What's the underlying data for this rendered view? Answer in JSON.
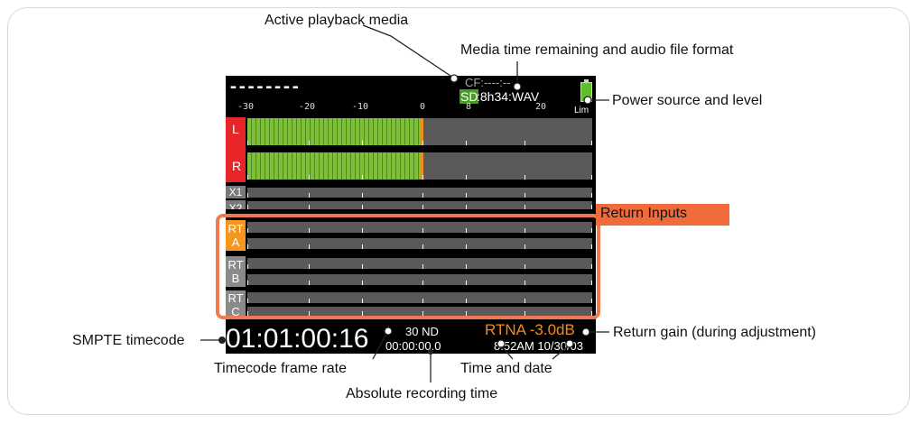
{
  "annotations": {
    "active_playback_media": "Active playback media",
    "media_time_remaining": "Media time remaining and audio file format",
    "power_source": "Power source and level",
    "return_inputs": "Return Inputs",
    "smpte_timecode": "SMPTE timecode",
    "return_gain": "Return gain (during adjustment)",
    "timecode_frame_rate": "Timecode frame rate",
    "time_and_date": "Time and date",
    "absolute_recording_time": "Absolute recording time"
  },
  "screen": {
    "dashes": "--------",
    "cf_text": "CF:----:--",
    "sd_badge": "SD",
    "sd_text": ":8h34:WAV",
    "lim": "Lim",
    "battery_color": "#5fbf2a",
    "scale": [
      "-30",
      "-20",
      "-10",
      "0",
      "8",
      "20"
    ],
    "channels": {
      "l": "L",
      "r": "R",
      "x1": "X1",
      "x2": "X2",
      "rta_1": "RT",
      "rta_2": "A",
      "rtb_1": "RT",
      "rtb_2": "B",
      "rtc_1": "RT",
      "rtc_2": "C"
    },
    "meter_levels": {
      "L": 0.51,
      "R": 0.51
    },
    "timecode": "01:01:00:16",
    "frame_rate": "30 ND",
    "abs_time": "00:00:00.0",
    "time_date": "8:52AM 10/30/03",
    "rtn_gain": "RTNA -3.0dB"
  },
  "colors": {
    "accent_orange": "#f28c1a",
    "highlight_orange": "#f07a50",
    "channel_red": "#e8262a",
    "meter_green": "#7fbf3a",
    "callout_fill": "#f06a3a"
  }
}
